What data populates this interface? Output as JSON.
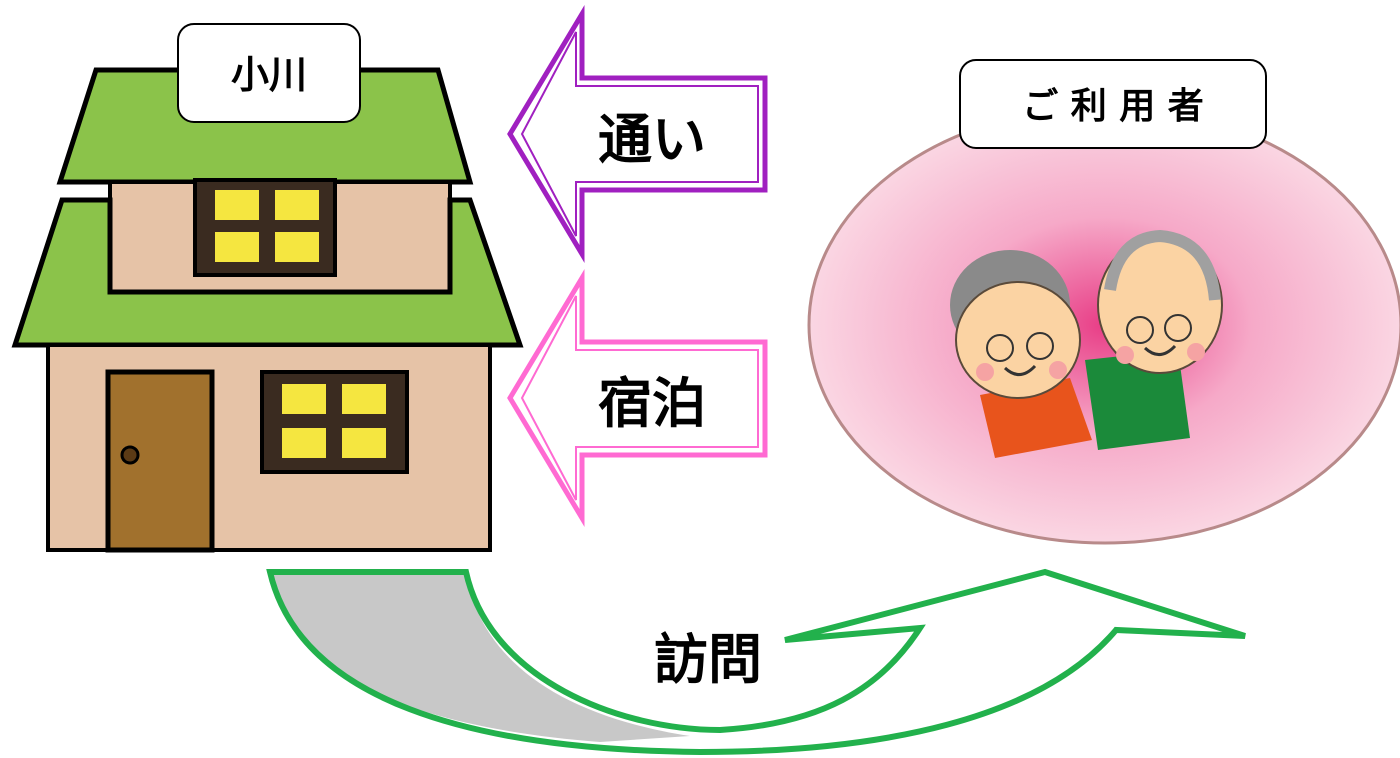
{
  "facility": {
    "name": "小川"
  },
  "user": {
    "label": "ご 利 用 者"
  },
  "services": {
    "commute": "通い",
    "stay": "宿泊",
    "visit": "訪問"
  },
  "colors": {
    "roof_green": "#8bc34a",
    "house_wall": "#e6c3a7",
    "door_brown": "#a1712d",
    "window_yellow": "#f5e640",
    "commute_arrow": "#a020c0",
    "stay_arrow": "#ff6ad2",
    "visit_arrow": "#22b14c",
    "visit_tail_fill": "#c8c8c8",
    "user_bubble_edge": "#f7d0dc",
    "user_bubble_center": "#f0659b"
  },
  "icons": {
    "house": "house-icon",
    "couple": "elderly-couple-icon"
  }
}
